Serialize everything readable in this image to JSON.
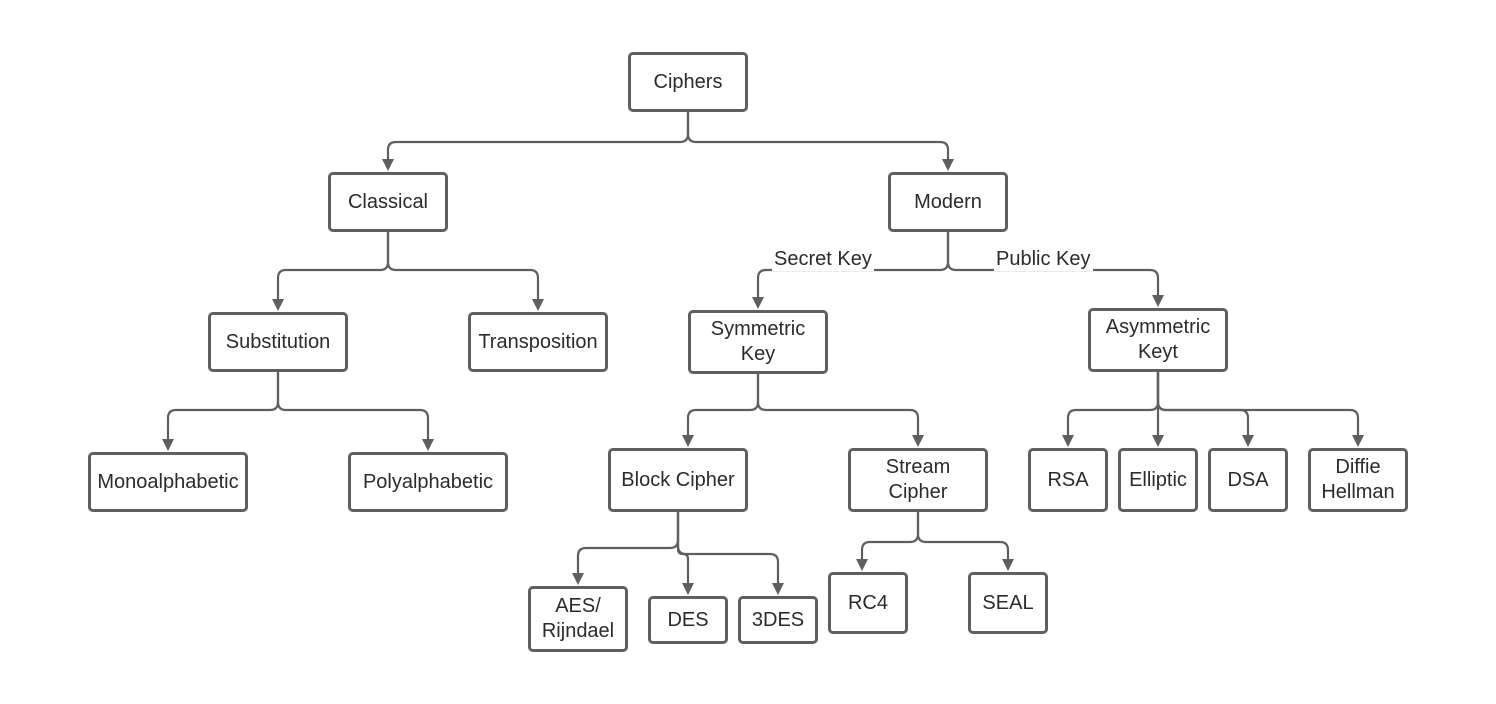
{
  "diagram": {
    "root": "Ciphers",
    "classical": "Classical",
    "modern": "Modern",
    "substitution": "Substitution",
    "transposition": "Transposition",
    "monoalphabetic": "Monoalphabetic",
    "polyalphabetic": "Polyalphabetic",
    "symmetric_key": "Symmetric\nKey",
    "asymmetric_key": "Asymmetric\nKeyt",
    "block_cipher": "Block Cipher",
    "stream_cipher": "Stream\nCipher",
    "aes": "AES/\nRijndael",
    "des": "DES",
    "triple_des": "3DES",
    "rc4": "RC4",
    "seal": "SEAL",
    "rsa": "RSA",
    "elliptic": "Elliptic",
    "dsa": "DSA",
    "diffie_hellman": "Diffie\nHellman",
    "edge_secret_key": "Secret Key",
    "edge_public_key": "Public Key"
  },
  "colors": {
    "stroke": "#5f5f5f",
    "text": "#2b2b2b",
    "background": "#ffffff"
  }
}
